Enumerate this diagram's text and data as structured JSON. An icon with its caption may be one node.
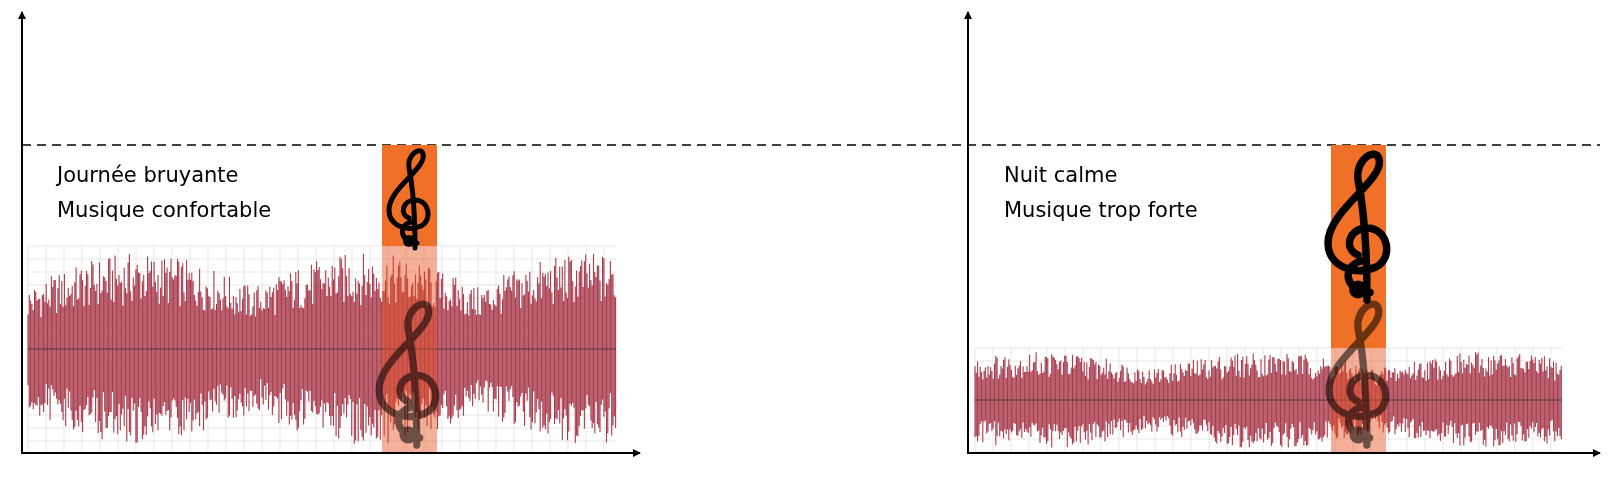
{
  "diagram": {
    "labels": [
      "Journée bruyante",
      "Musique confortable",
      "Nuit calme",
      "Musique trop forte"
    ]
  }
}
